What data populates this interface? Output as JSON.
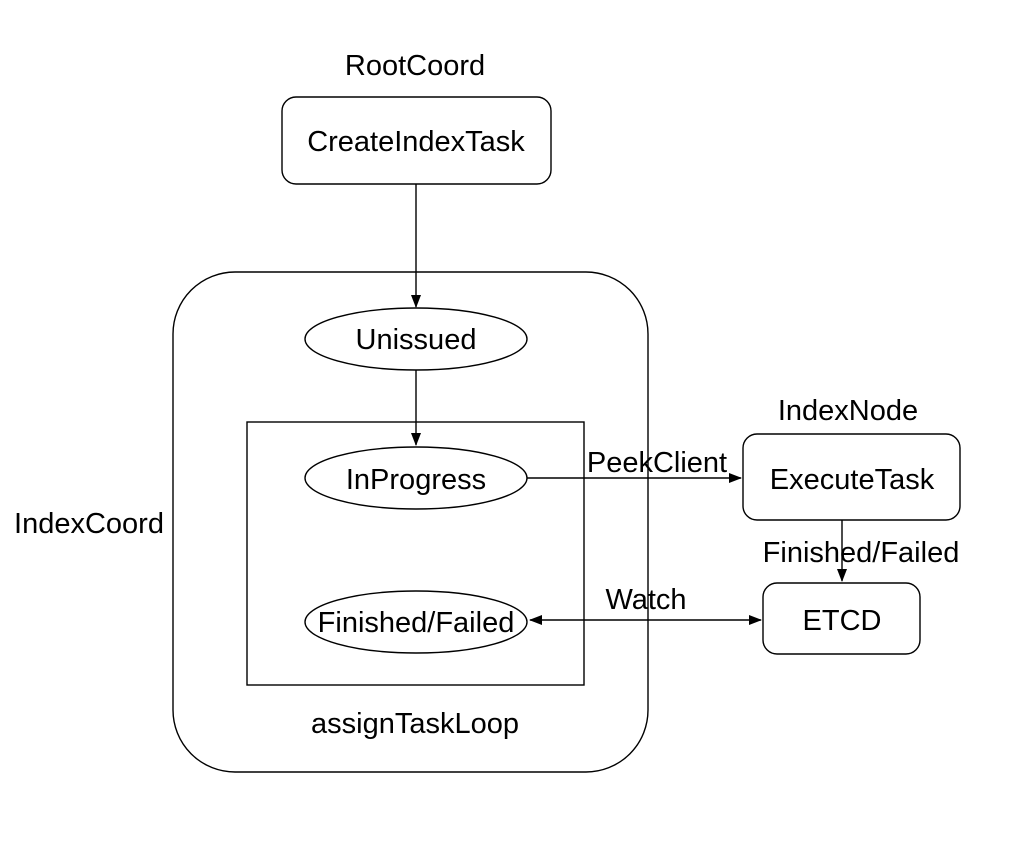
{
  "diagram": {
    "background_color": "#ffffff",
    "stroke_color": "#000000",
    "text_color": "#000000",
    "group_labels": {
      "root_coord": "RootCoord",
      "index_node": "IndexNode"
    },
    "containers": {
      "index_coord": {
        "label": "IndexCoord",
        "shape": "rounded-rect"
      },
      "assign_task_loop": {
        "label": "assignTaskLoop",
        "shape": "rect"
      }
    },
    "nodes": {
      "create_index_task": {
        "label": "CreateIndexTask",
        "shape": "rounded-rect"
      },
      "unissued": {
        "label": "Unissued",
        "shape": "ellipse"
      },
      "in_progress": {
        "label": "InProgress",
        "shape": "ellipse"
      },
      "finished_failed_state": {
        "label": "Finished/Failed",
        "shape": "ellipse"
      },
      "execute_task": {
        "label": "ExecuteTask",
        "shape": "rounded-rect"
      },
      "etcd": {
        "label": "ETCD",
        "shape": "rounded-rect"
      }
    },
    "edges": {
      "create_to_unissued": {
        "label": "",
        "from": "create_index_task",
        "to": "unissued"
      },
      "unissued_to_in_progress": {
        "label": "",
        "from": "unissued",
        "to": "in_progress"
      },
      "peek_client": {
        "label": "PeekClient",
        "from": "in_progress",
        "to": "execute_task"
      },
      "finished_failed": {
        "label": "Finished/Failed",
        "from": "execute_task",
        "to": "etcd"
      },
      "watch": {
        "label": "Watch",
        "from": "etcd",
        "to": "finished_failed_state",
        "bidirectional": true
      }
    }
  }
}
